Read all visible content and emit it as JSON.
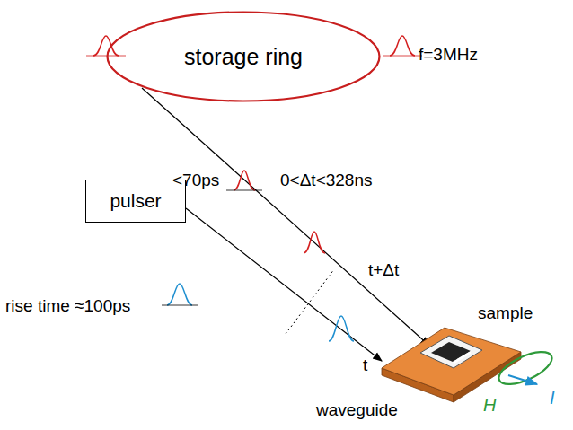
{
  "diagram": {
    "nodes": [
      {
        "text": [
          "storage ring"
        ]
      },
      {
        "text": [
          "pulser"
        ]
      }
    ],
    "labels": [
      "f=3MHz",
      "<70ps",
      "0<Δt<328ns",
      "rise time ≈100ps",
      "t+Δt",
      "t",
      "sample",
      "waveguide",
      "H",
      "I"
    ]
  }
}
